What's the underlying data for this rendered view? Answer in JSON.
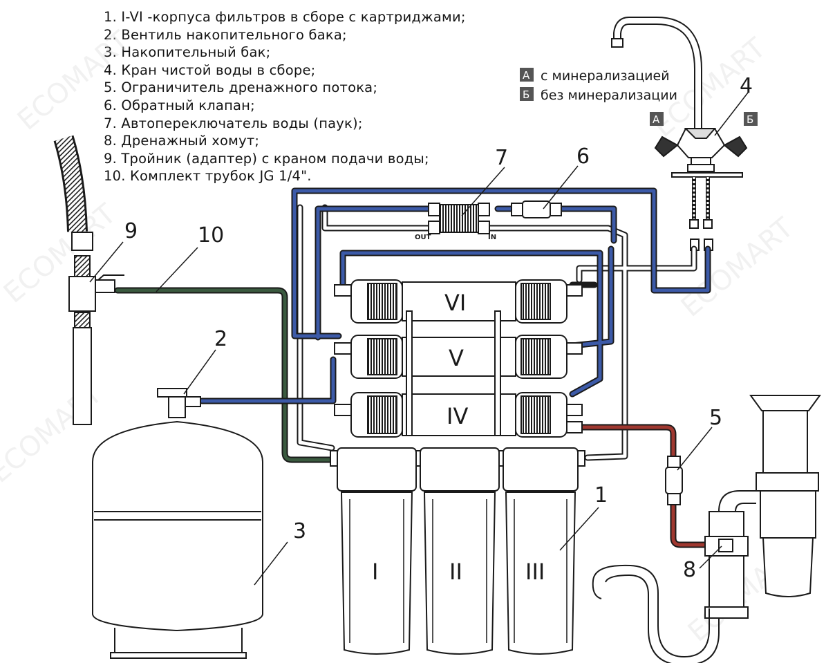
{
  "legend": [
    "1. I-VI -корпуса фильтров в сборе с картриджами;",
    "2. Вентиль накопительного бака;",
    "3. Накопительный бак;",
    "4. Кран чистой воды в сборе;",
    "5. Ограничитель дренажного потока;",
    "6. Обратный клапан;",
    "7. Автопереключатель воды (паук);",
    "8. Дренажный хомут;",
    "9. Тройник (адаптер) с краном подачи воды;",
    "10. Комплект трубок JG 1/4\"."
  ],
  "faucet_key": {
    "a_letter": "А",
    "a_text": "с минерализацией",
    "b_letter": "Б",
    "b_text": "без минерализации"
  },
  "callouts": [
    "1",
    "2",
    "3",
    "4",
    "5",
    "6",
    "7",
    "8",
    "9",
    "10"
  ],
  "housings": {
    "bottom": [
      "I",
      "II",
      "III"
    ],
    "membranes": [
      "VI",
      "V",
      "IV"
    ]
  },
  "switch_ports": {
    "out": "OUT",
    "in": "IN"
  },
  "watermark": "ECOMART",
  "colors": {
    "blue_tube": "#3c5aa8",
    "green_tube": "#3a5a3f",
    "red_tube": "#a03830",
    "outline": "#1a1a1a"
  }
}
